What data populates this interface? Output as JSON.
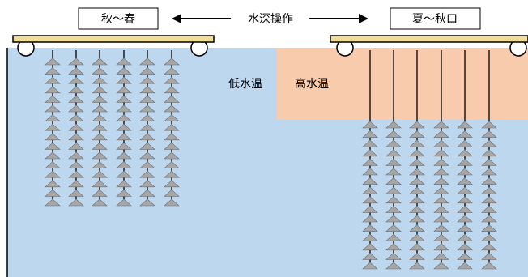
{
  "labels": {
    "left_season": "秋～春",
    "right_season": "夏～秋口",
    "operation": "水深操作",
    "low_temp": "低水温",
    "high_temp": "高水温"
  },
  "colors": {
    "water": "#bdd7ee",
    "warm_layer": "#f8cbad",
    "raft": "#f0dc96",
    "oyster": "#a6a6a6",
    "line": "#000000"
  },
  "icons": {
    "arrow_left": "arrow-left-icon",
    "arrow_right": "arrow-right-icon",
    "float": "float-icon",
    "oyster": "oyster-icon"
  }
}
